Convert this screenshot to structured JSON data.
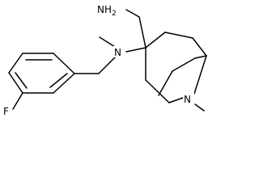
{
  "molecule": {
    "atoms": {
      "nh2": {
        "element": "N",
        "hcount": "2"
      },
      "n_amine": {
        "element": "N"
      },
      "n_bridge": {
        "element": "N"
      },
      "fluorine": {
        "element": "F"
      }
    }
  }
}
